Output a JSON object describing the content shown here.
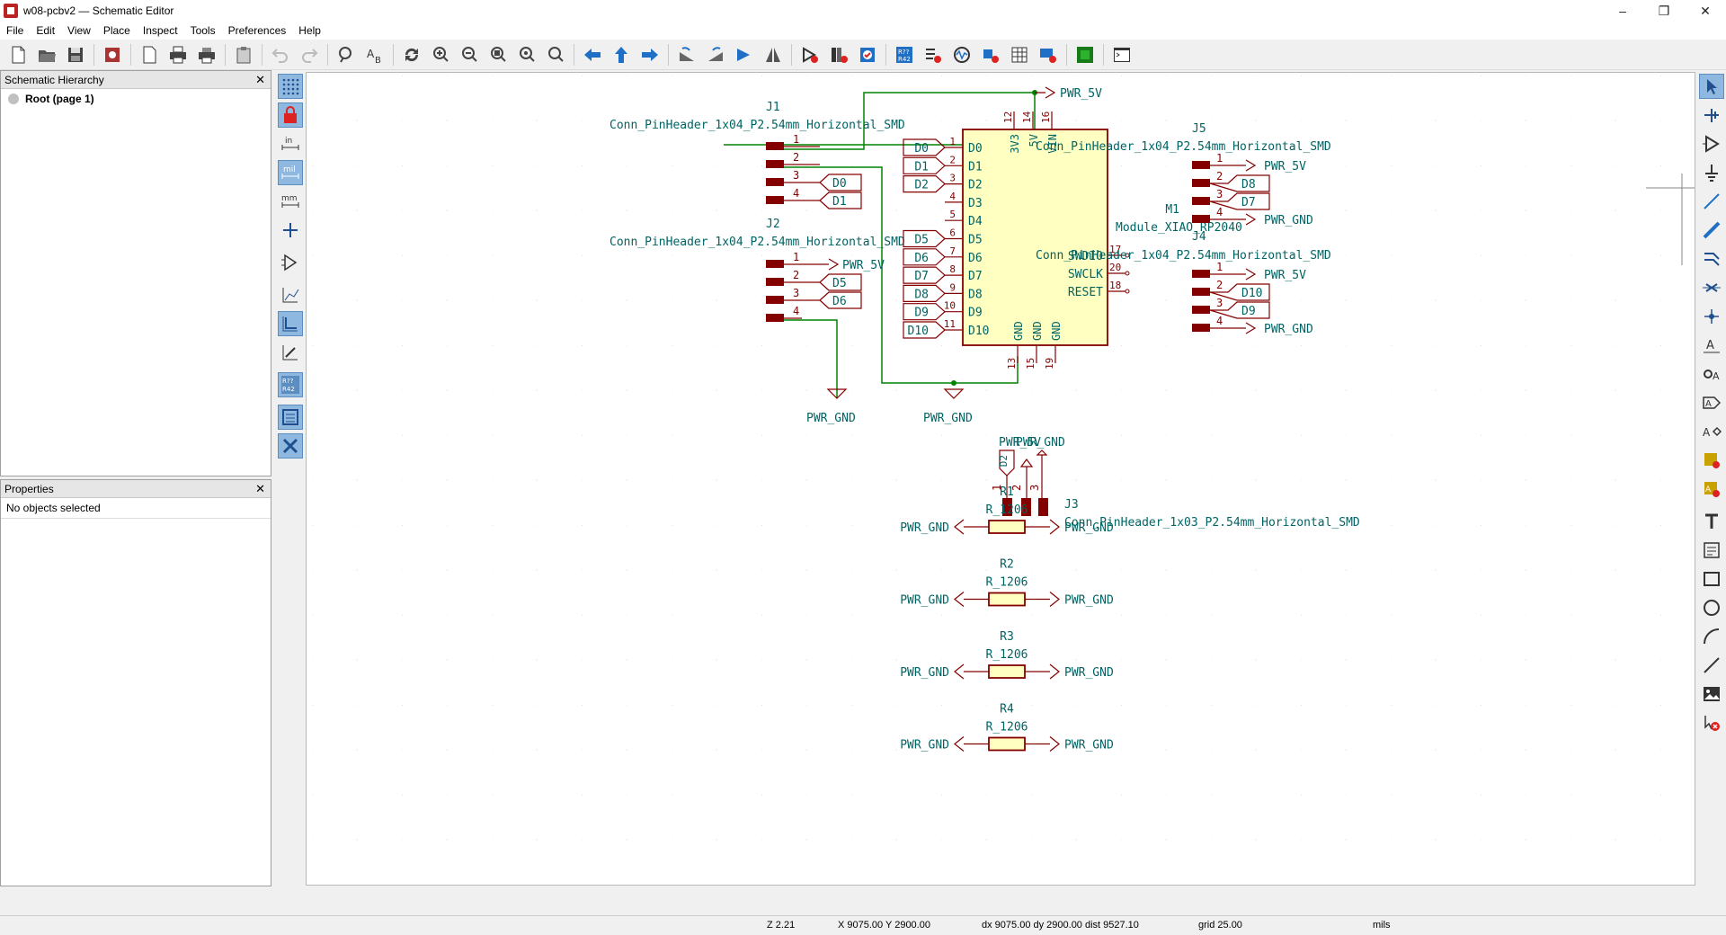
{
  "window": {
    "title": "w08-pcbv2 — Schematic Editor",
    "minimize": "–",
    "maximize": "❐",
    "close": "✕"
  },
  "menu": [
    "File",
    "Edit",
    "View",
    "Place",
    "Inspect",
    "Tools",
    "Preferences",
    "Help"
  ],
  "toolbar_icons": [
    "new-schematic-icon",
    "open-schematic-icon",
    "save-icon",
    "schematic-setup-icon",
    "page-settings-icon",
    "print-icon",
    "plot-icon",
    "paste-icon",
    "undo-icon",
    "redo-icon",
    "find-icon",
    "find-replace-icon",
    "refresh-icon",
    "zoom-in-icon",
    "zoom-out-icon",
    "zoom-fit-icon",
    "zoom-objects-icon",
    "zoom-selection-icon",
    "navigate-back-icon",
    "navigate-up-icon",
    "navigate-forward-icon",
    "rotate-ccw-icon",
    "rotate-cw-icon",
    "mirror-vertical-icon",
    "mirror-horizontal-icon",
    "symbol-editor-icon",
    "symbol-library-icon",
    "footprint-assign-icon",
    "annotate-icon",
    "erc-icon",
    "simulator-icon",
    "assign-footprints-icon",
    "bom-icon",
    "update-pcb-icon",
    "pcb-editor-icon",
    "scripting-console-icon"
  ],
  "hierarchy": {
    "title": "Schematic Hierarchy",
    "root": "Root (page 1)"
  },
  "properties": {
    "title": "Properties",
    "value": "No objects selected"
  },
  "left_tools": {
    "in": "in",
    "mil": "mil",
    "mm": "mm",
    "ref": "R?? R42"
  },
  "schematic": {
    "J1": {
      "ref": "J1",
      "value": "Conn_PinHeader_1x04_P2.54mm_Horizontal_SMD",
      "pins": [
        "1",
        "2",
        "3",
        "4"
      ]
    },
    "J2": {
      "ref": "J2",
      "value": "Conn_PinHeader_1x04_P2.54mm_Horizontal_SMD",
      "pins": [
        "1",
        "2",
        "3",
        "4"
      ]
    },
    "J3": {
      "ref": "J3",
      "value": "Conn_PinHeader_1x03_P2.54mm_Horizontal_SMD",
      "pins": [
        "1",
        "2",
        "3"
      ],
      "overlap_label": "PWR_5V",
      "overlap_label2": "PWR_GND",
      "label_d2": "D2"
    },
    "J4": {
      "ref": "J4",
      "value": "Conn_PinHeader_1x04_P2.54mm_Horizontal_SMD",
      "pins": [
        "1",
        "2",
        "3",
        "4"
      ],
      "labels": [
        "PWR_5V",
        "D10",
        "D9",
        "PWR_GND"
      ]
    },
    "J5": {
      "ref": "J5",
      "value": "Conn_PinHeader_1x04_P2.54mm_Horizontal_SMD",
      "pins": [
        "1",
        "2",
        "3",
        "4"
      ],
      "labels": [
        "PWR_5V",
        "D8",
        "D7",
        "PWR_GND"
      ]
    },
    "M1": {
      "ref": "M1",
      "value": "Module_XIAO_RP2040",
      "left_pins": [
        [
          "1",
          "D0"
        ],
        [
          "2",
          "D1"
        ],
        [
          "3",
          "D2"
        ],
        [
          "4",
          "D3"
        ],
        [
          "5",
          "D4"
        ],
        [
          "6",
          "D5"
        ],
        [
          "7",
          "D6"
        ],
        [
          "8",
          "D7"
        ],
        [
          "9",
          "D8"
        ],
        [
          "10",
          "D9"
        ],
        [
          "11",
          "D10"
        ]
      ],
      "right_pins": [
        [
          "17",
          "SWDIO"
        ],
        [
          "20",
          "SWCLK"
        ],
        [
          "18",
          "RESET"
        ]
      ],
      "top_pins": [
        [
          "12",
          "3V3"
        ],
        [
          "14",
          "5V"
        ],
        [
          "16",
          "VIN"
        ]
      ],
      "bottom_pins": [
        [
          "13",
          "GND"
        ],
        [
          "15",
          "GND"
        ],
        [
          "19",
          "GND"
        ]
      ],
      "left_labels": [
        "D0",
        "D1",
        "D2",
        "D5",
        "D6",
        "D7",
        "D8",
        "D9",
        "D10"
      ]
    },
    "J1_labels": [
      "D0",
      "D1"
    ],
    "J2_labels": [
      "PWR_5V",
      "D5",
      "D6"
    ],
    "power_top": "PWR_5V",
    "gnd1": "PWR_GND",
    "gnd2": "PWR_GND",
    "resistors": [
      {
        "ref": "R1",
        "value": "R_1206",
        "left": "PWR_GND",
        "right": "PWR_GND"
      },
      {
        "ref": "R2",
        "value": "R_1206",
        "left": "PWR_GND",
        "right": "PWR_GND"
      },
      {
        "ref": "R3",
        "value": "R_1206",
        "left": "PWR_GND",
        "right": "PWR_GND"
      },
      {
        "ref": "R4",
        "value": "R_1206",
        "left": "PWR_GND",
        "right": "PWR_GND"
      }
    ]
  },
  "right_tools": [
    "select-icon",
    "highlight-net-icon",
    "add-symbol-icon",
    "add-power-icon",
    "add-wire-icon",
    "add-bus-icon",
    "add-bus-entry-icon",
    "no-connect-icon",
    "junction-icon",
    "net-label-icon",
    "global-label-icon",
    "hierarchical-label-icon",
    "directive-label-icon",
    "add-sheet-icon",
    "import-sheet-pin-icon",
    "add-text-icon",
    "add-textbox-icon",
    "add-rectangle-icon",
    "add-circle-icon",
    "add-arc-icon",
    "add-line-icon",
    "add-image-icon",
    "delete-icon"
  ],
  "status": {
    "zoom": "Z 2.21",
    "xy": "X 9075.00  Y 2900.00",
    "delta": "dx 9075.00  dy 2900.00  dist 9527.10",
    "grid": "grid 25.00",
    "units": "mils"
  },
  "colors": {
    "wire": "#008400",
    "symbol": "#840000",
    "text": "#006464",
    "body_fill": "#ffffc2",
    "accent": "#3c7bc4"
  }
}
